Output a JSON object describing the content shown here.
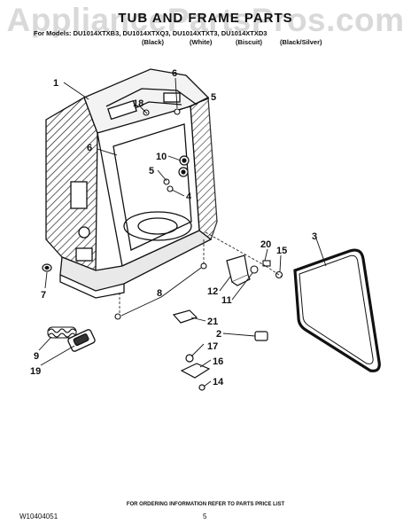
{
  "watermark": "AppliancePartsPros.com",
  "header": {
    "title": "TUB AND FRAME PARTS",
    "models": "For Models: DU1014XTXB3, DU1014XTXQ3, DU1014XTXT3, DU1014XTXD3",
    "variants": [
      "(Black)",
      "(White)",
      "(Biscuit)",
      "(Black/Silver)"
    ]
  },
  "callouts": [
    "1",
    "6",
    "5",
    "18",
    "6",
    "10",
    "5",
    "4",
    "3",
    "20",
    "15",
    "12",
    "11",
    "7",
    "8",
    "21",
    "2",
    "17",
    "16",
    "14",
    "9",
    "19"
  ],
  "footer": {
    "notice": "FOR ORDERING INFORMATION REFER TO PARTS PRICE LIST",
    "doc_number": "W10404051",
    "page": "5"
  }
}
